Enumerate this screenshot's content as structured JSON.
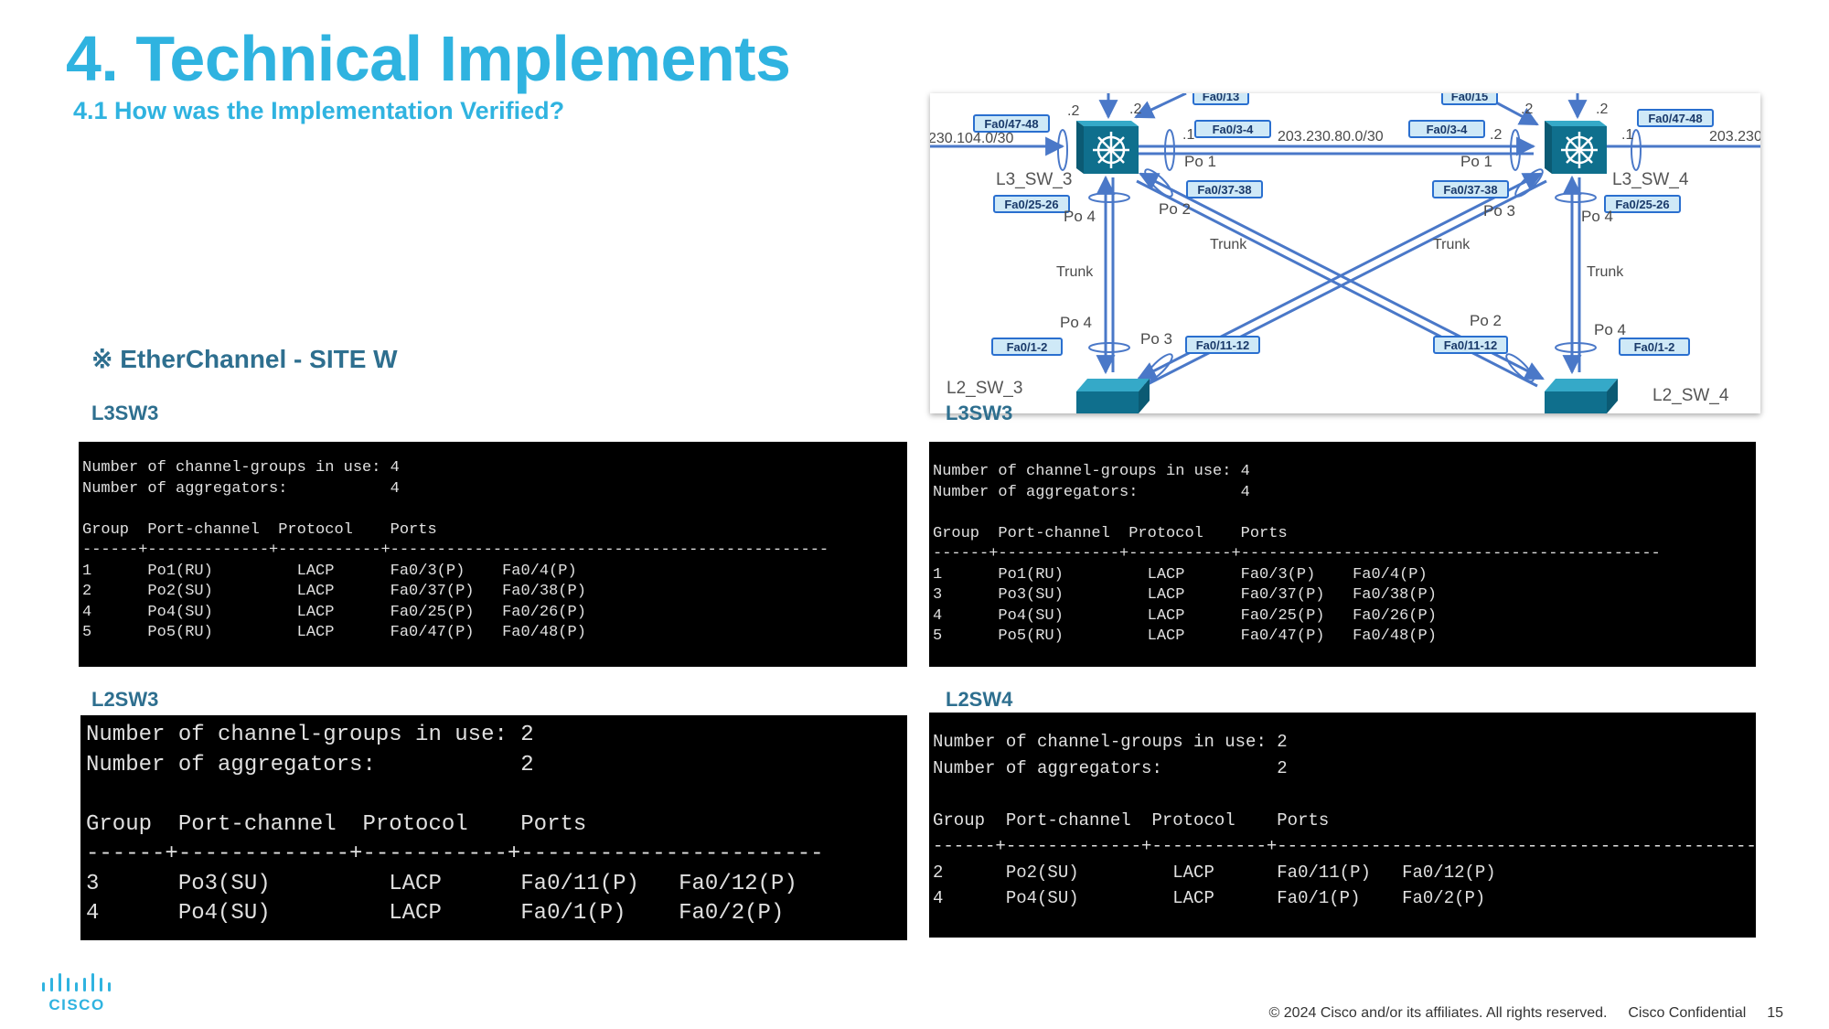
{
  "slide": {
    "title": "4. Technical Implements",
    "subtitle": "4.1 How was the Implementation Verified?",
    "section": "※ EtherChannel - SITE W",
    "labels": [
      "L3SW3",
      "L3SW3",
      "L2SW3",
      "L2SW4"
    ],
    "footer": {
      "copyright": "© 2024  Cisco and/or its affiliates. All rights reserved.",
      "confidential": "Cisco Confidential",
      "page": "15"
    },
    "logo_text": "CISCO"
  },
  "diagram": {
    "switches": [
      "L3_SW_3",
      "L3_SW_4",
      "L2_SW_3",
      "L2_SW_4"
    ],
    "port_tags": [
      "Fa0/13",
      "Fa0/15",
      "Fa0/47-48",
      "Fa0/3-4",
      "Fa0/3-4",
      "Fa0/47-48",
      "Fa0/37-38",
      "Fa0/37-38",
      "Fa0/25-26",
      "Fa0/25-26",
      "Fa0/1-2",
      "Fa0/11-12",
      "Fa0/11-12",
      "Fa0/1-2"
    ],
    "channel_labels": [
      "Po 1",
      "Po 1",
      "Po 2",
      "Po 3",
      "Po 4",
      "Po 4",
      "Po 4",
      "Po 3",
      "Po 2",
      "Po 4"
    ],
    "link_labels": [
      "Trunk",
      "Trunk",
      "Trunk",
      "Trunk"
    ],
    "networks": [
      "230.104.0/30",
      "203.230.80.0/30",
      "203.230"
    ],
    "host_ids": [
      ".2",
      ".2",
      ".1",
      ".2",
      ".2",
      ".2",
      ".1"
    ],
    "colors": {
      "link": "#4a78c8",
      "switch": "#1386a6",
      "tag_fill": "#cfe9f7",
      "tag_border": "#2a6fcf"
    }
  },
  "terminals": {
    "l3sw3_a": [
      "Number of channel-groups in use: 4",
      "Number of aggregators:           4",
      "",
      "Group  Port-channel  Protocol    Ports",
      "------+-------------+-----------+-----------------------------------------------",
      "1      Po1(RU)         LACP      Fa0/3(P)    Fa0/4(P)",
      "2      Po2(SU)         LACP      Fa0/37(P)   Fa0/38(P)",
      "4      Po4(SU)         LACP      Fa0/25(P)   Fa0/26(P)",
      "5      Po5(RU)         LACP      Fa0/47(P)   Fa0/48(P)"
    ],
    "l3sw3_b": [
      "Number of channel-groups in use: 4",
      "Number of aggregators:           4",
      "",
      "Group  Port-channel  Protocol    Ports",
      "------+-------------+-----------+---------------------------------------------",
      "1      Po1(RU)         LACP      Fa0/3(P)    Fa0/4(P)",
      "3      Po3(SU)         LACP      Fa0/37(P)   Fa0/38(P)",
      "4      Po4(SU)         LACP      Fa0/25(P)   Fa0/26(P)",
      "5      Po5(RU)         LACP      Fa0/47(P)   Fa0/48(P)"
    ],
    "l2sw3": [
      "Number of channel-groups in use: 2",
      "Number of aggregators:           2",
      "",
      "Group  Port-channel  Protocol    Ports",
      "------+-------------+-----------+-----------------------",
      "3      Po3(SU)         LACP      Fa0/11(P)   Fa0/12(P)",
      "4      Po4(SU)         LACP      Fa0/1(P)    Fa0/2(P)"
    ],
    "l2sw4": [
      "Number of channel-groups in use: 2",
      "Number of aggregators:           2",
      "",
      "Group  Port-channel  Protocol    Ports",
      "------+-------------+-----------+-----------------------------------------------",
      "2      Po2(SU)         LACP      Fa0/11(P)   Fa0/12(P)",
      "4      Po4(SU)         LACP      Fa0/1(P)    Fa0/2(P)"
    ]
  }
}
